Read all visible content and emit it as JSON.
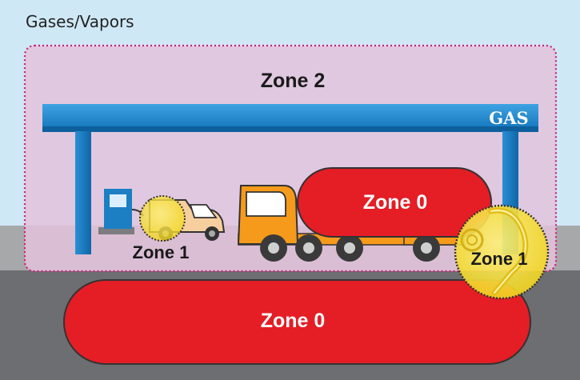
{
  "title": "Gases/Vapors",
  "canopy_sign": "GAS",
  "zones": {
    "outer_area": "Zone 2",
    "tanker_tank": "Zone 0",
    "pickup_fill": "Zone 1",
    "tanker_fill": "Zone 1",
    "underground_tank": "Zone 0"
  },
  "colors": {
    "sky": "#cfe8f6",
    "zone2_fill": "#e3c2dc",
    "zone2_border": "#cc2277",
    "canopy": "#1f86c8",
    "tank_red": "#e51d25",
    "truck_orange": "#f59a1b",
    "zone1_yellow": "#f7e13a",
    "ground": "#6d6e71"
  }
}
